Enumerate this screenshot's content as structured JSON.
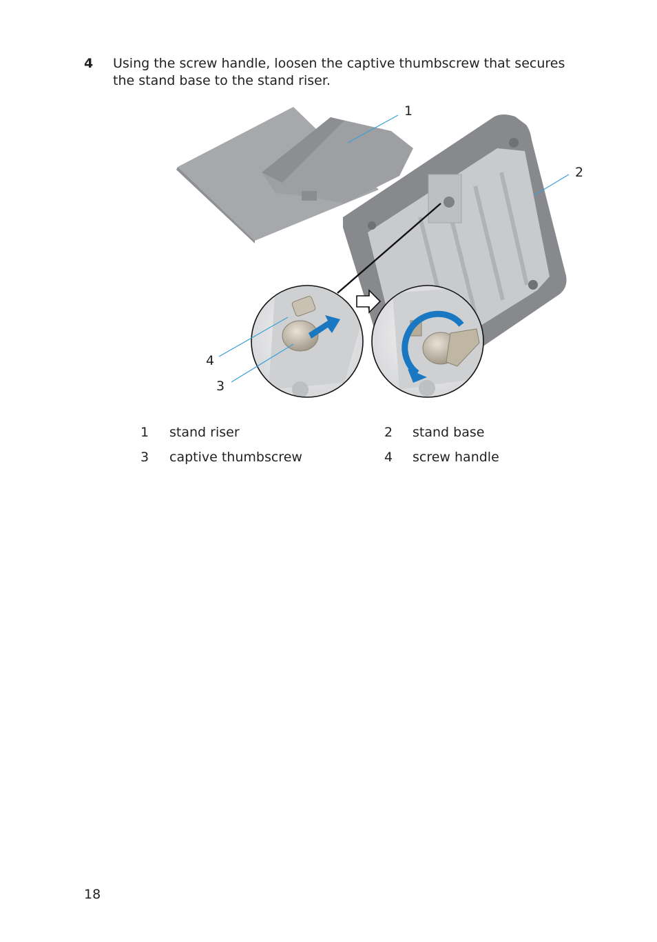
{
  "step": {
    "number": "4",
    "text": "Using the screw handle, loosen the captive thumbscrew that secures the stand base to the stand riser."
  },
  "figure": {
    "callouts": [
      "1",
      "2",
      "3",
      "4"
    ]
  },
  "legend": [
    {
      "num_a": "1",
      "label_a": "stand riser",
      "num_b": "2",
      "label_b": "stand base"
    },
    {
      "num_a": "3",
      "label_a": "captive thumbscrew",
      "num_b": "4",
      "label_b": "screw handle"
    }
  ],
  "page_number": "18",
  "colors": {
    "callout_line": "#3aa0d8",
    "rotation_arrow": "#1a78c2",
    "stand": "#9d9fa2"
  }
}
